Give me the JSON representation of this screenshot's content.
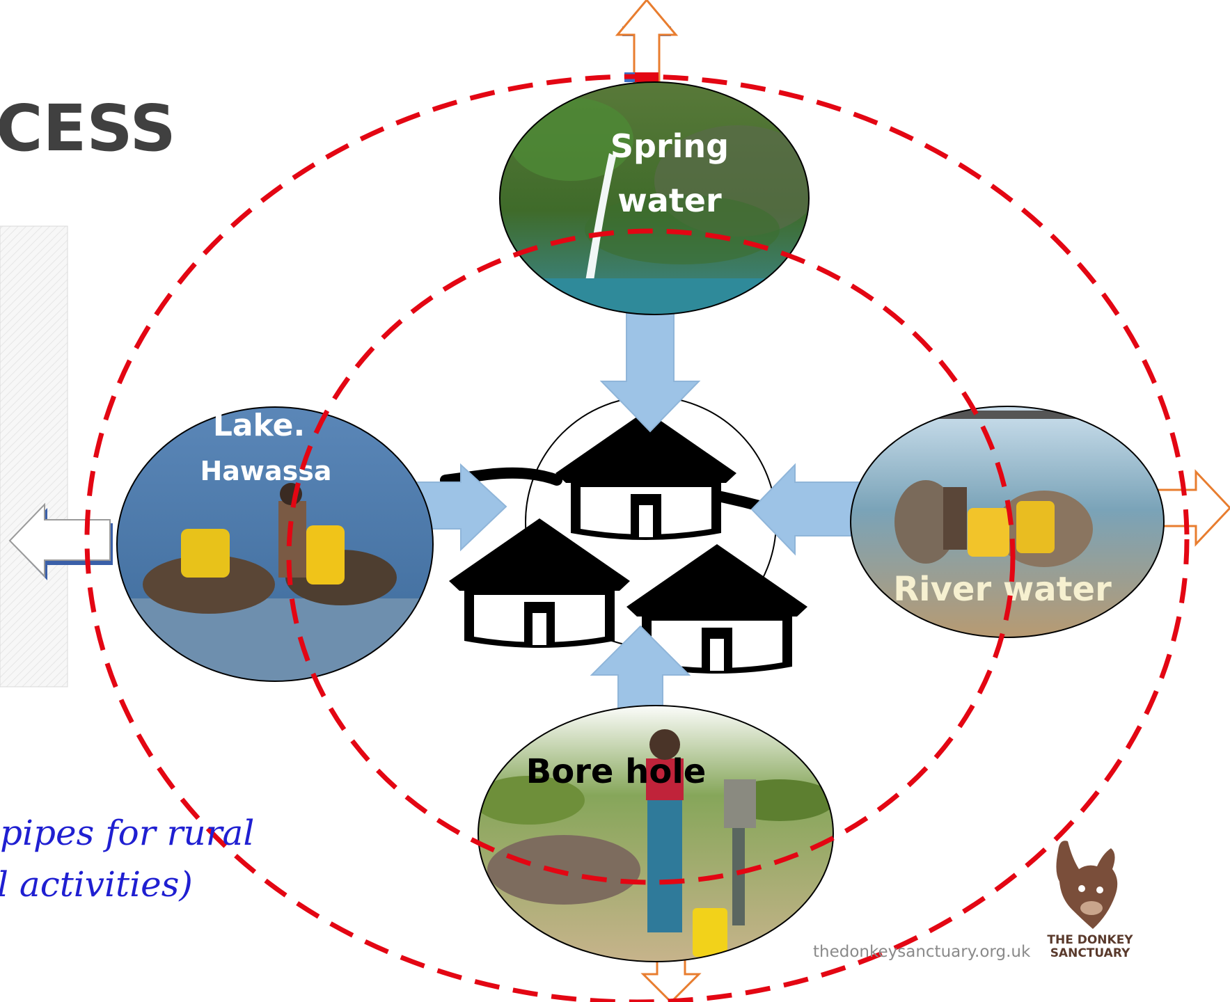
{
  "slide": {
    "title_fragment": "CESS",
    "caption_line1": "pipes for rural",
    "caption_line2": "l activities)"
  },
  "diagram": {
    "nodes": [
      {
        "id": "spring",
        "label_line1": "Spring",
        "label_line2": "water",
        "photo_icon": "waterfall-photo"
      },
      {
        "id": "lake",
        "label_line1": "Lake.",
        "label_line2": "Hawassa",
        "photo_icon": "donkeys-at-lake-photo"
      },
      {
        "id": "river",
        "label_line1": "River water",
        "label_line2": "",
        "photo_icon": "donkeys-at-river-photo"
      },
      {
        "id": "borehole",
        "label_line1": "Bore hole",
        "label_line2": "",
        "photo_icon": "borehole-pump-photo"
      }
    ],
    "hub_icon": "village-huts-icon",
    "colors": {
      "arrow_fill": "#9dc3e6",
      "dashed_ring": "#e30613",
      "outline_arrow": "#e87d2f",
      "left_arrow_edge": "#3a5fa8",
      "caption_text": "#1f1fd1",
      "title_text": "#404040"
    }
  },
  "footer": {
    "website": "thedonkeysanctuary.org.uk",
    "logo_line1": "THE DONKEY",
    "logo_line2": "SANCTUARY",
    "logo_icon": "donkey-heart-logo-icon"
  }
}
